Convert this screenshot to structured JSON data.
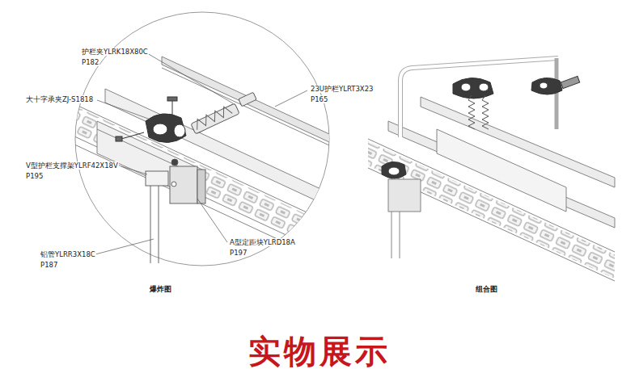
{
  "diagram": {
    "title": "实物展示",
    "labels": [
      "护栏夹YLRK18X80C",
      "P182",
      "23U护栏YLRT3X23",
      "P165",
      "大十字承夹ZJ-S1818",
      "V型护栏支撑架YLRF42X18V",
      "P195",
      "铝管YLRR3X18C",
      "P187",
      "A型定距块YLRD18A",
      "P197",
      "爆炸图",
      "组合图"
    ]
  }
}
